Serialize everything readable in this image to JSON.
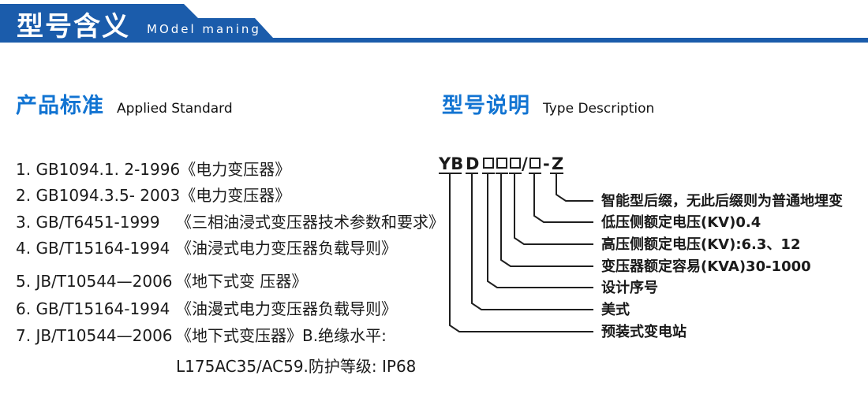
{
  "banner": {
    "title": "型号含义",
    "subtitle": "MOdel maning"
  },
  "left_section": {
    "heading_cn": "产品标准",
    "heading_en": "Applied Standard",
    "items": [
      {
        "code": "1. GB1094.1. 2-1996",
        "title": "《电力变压器》"
      },
      {
        "code": "2. GB1094.3.5- 2003",
        "title": "《电力变压器》"
      },
      {
        "code": "3. GB/T6451-1999",
        "title": "《三相油浸式变压器技术参数和要求》"
      },
      {
        "code": "4. GB/T15164-1994",
        "title": "《油浸式电力变压器负载导则》"
      },
      {
        "code": "5. JB/T10544—2006",
        "title": "《地下式变 压器》"
      },
      {
        "code": "6. GB/T15164-1994",
        "title": "《油漫式电力变压器负载导则》"
      },
      {
        "code": "7. JB/T10544—2006",
        "title": "《地下式变压器》B.绝缘水平:"
      }
    ],
    "continuation": "L175AC35/AC59.防护等级: IP68"
  },
  "right_section": {
    "heading_cn": "型号说明",
    "heading_en": "Type Description",
    "model_code_pattern": "YB D □□□/□ - Z",
    "model_code": {
      "group": "YB",
      "type": "D",
      "separator": "/",
      "dash": "-",
      "suffix": "Z"
    },
    "labels": [
      "智能型后缀，无此后缀则为普通地埋变",
      "低压侧额定电压(KV)0.4",
      "高压侧额定电压(KV):6.3、12",
      "变压器额定容易(KVA)30-1000",
      "设计序号",
      "美式",
      "预装式变电站"
    ]
  },
  "colors": {
    "banner_blue": "#1b5cab",
    "heading_blue": "#1274d2",
    "text_dark": "#1a1a1a",
    "line_dark": "#1f1f1f"
  }
}
